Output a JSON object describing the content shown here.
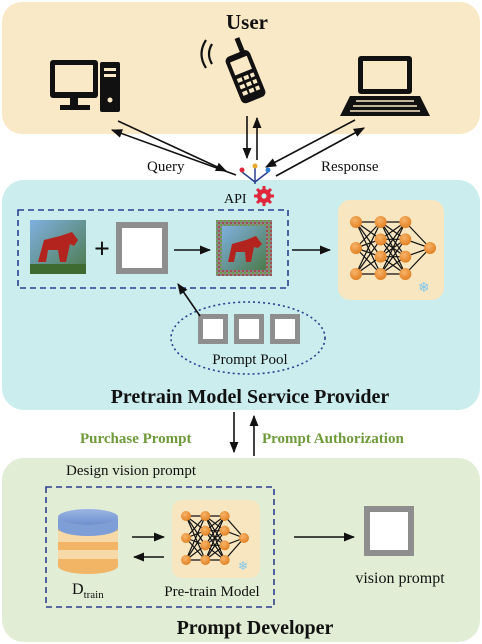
{
  "colors": {
    "user_bg": "#FAE9C6",
    "provider_bg": "#CBEDEE",
    "developer_bg": "#E2EDD5",
    "green_text": "#6F9A3A",
    "network_bg": "#F7E6C0",
    "node_fill": "#EC8A2A",
    "dash_blue": "#2B3F8F",
    "snow": "#7FC6EE",
    "gear": "#E0263B"
  },
  "user": {
    "title": "User"
  },
  "labels": {
    "query": "Query",
    "response": "Response",
    "api": "API"
  },
  "provider": {
    "title": "Pretrain Model Service Provider",
    "plus": "+",
    "prompt_pool": "Prompt Pool"
  },
  "middle": {
    "purchase": "Purchase Prompt",
    "authorization": "Prompt Authorization"
  },
  "developer": {
    "title": "Prompt Developer",
    "design": "Design vision prompt",
    "d_main": "D",
    "d_sub": "train",
    "pretrain": "Pre-train Model",
    "vision_prompt": "vision prompt"
  },
  "icons": [
    "desktop-icon",
    "mobile-phone-icon",
    "laptop-icon",
    "api-gear-icon",
    "snowflake-icon",
    "database-icon",
    "neural-network-icon"
  ]
}
